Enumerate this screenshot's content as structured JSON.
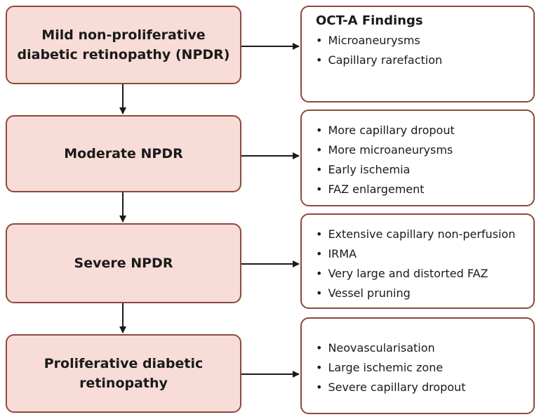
{
  "stages": [
    {
      "label": "Mild non-proliferative diabetic retinopathy (NPDR)"
    },
    {
      "label": "Moderate NPDR"
    },
    {
      "label": "Severe NPDR"
    },
    {
      "label": "Proliferative diabetic retinopathy"
    }
  ],
  "findings": [
    {
      "heading": "OCT-A Findings",
      "items": [
        "Microaneurysms",
        "Capillary rarefaction"
      ]
    },
    {
      "items": [
        "More capillary dropout",
        "More microaneurysms",
        "Early ischemia",
        "FAZ enlargement"
      ]
    },
    {
      "items": [
        "Extensive capillary non-perfusion",
        "IRMA",
        "Very large and distorted FAZ",
        "Vessel pruning"
      ]
    },
    {
      "items": [
        "Neovascularisation",
        "Large ischemic zone",
        "Severe capillary dropout"
      ]
    }
  ],
  "colors": {
    "stage_fill": "#f7dcd8",
    "border": "#8b4a3a",
    "arrow": "#1a1a1a"
  }
}
